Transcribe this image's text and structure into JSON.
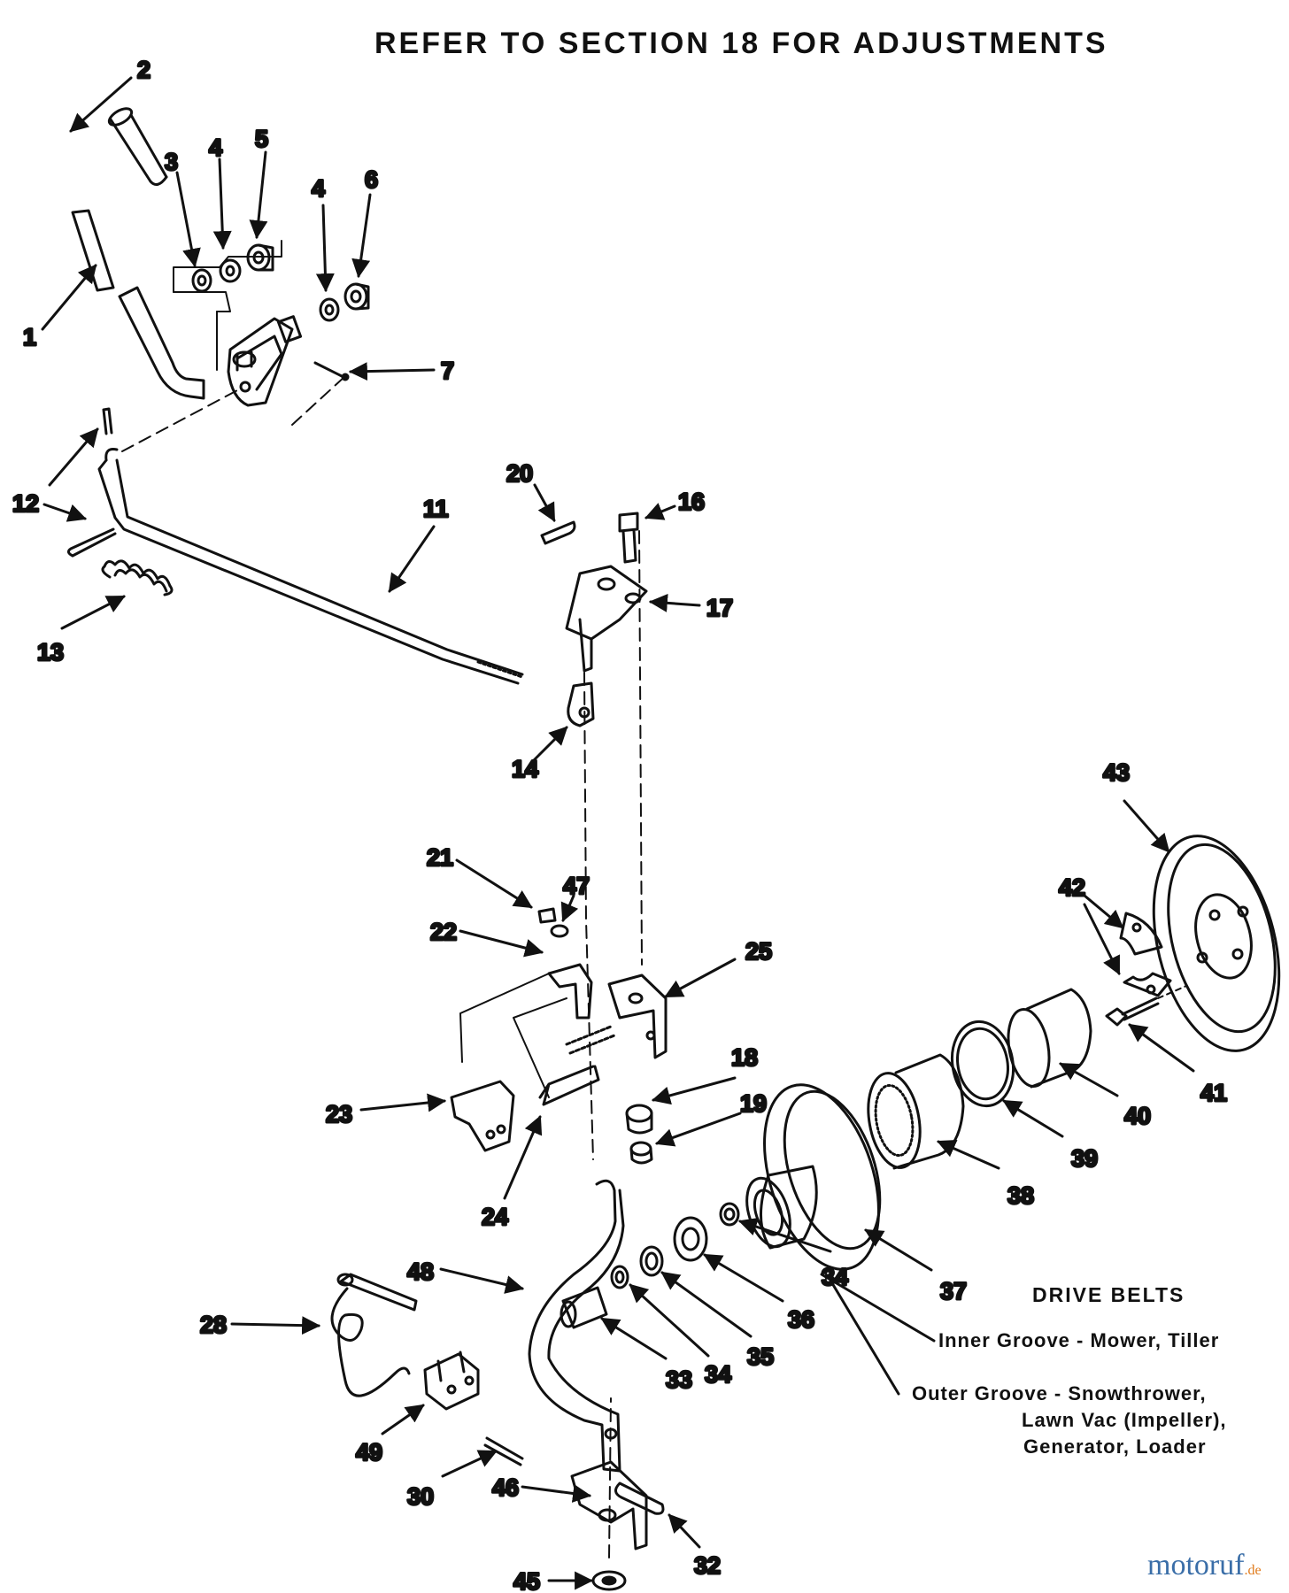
{
  "header": {
    "title": "REFER TO SECTION 18 FOR ADJUSTMENTS"
  },
  "callouts": [
    "1",
    "2",
    "3",
    "4",
    "5",
    "4",
    "6",
    "7",
    "11",
    "12",
    "12",
    "13",
    "14",
    "16",
    "17",
    "20",
    "21",
    "47",
    "22",
    "25",
    "18",
    "19",
    "23",
    "24",
    "43",
    "42",
    "41",
    "40",
    "39",
    "38",
    "37",
    "36",
    "35",
    "34",
    "34",
    "33",
    "48",
    "28",
    "49",
    "30",
    "46",
    "45",
    "32"
  ],
  "drive_belts": {
    "title": "DRIVE BELTS",
    "inner": "Inner Groove - Mower, Tiller",
    "outer_1": "Outer Groove - Snowthrower,",
    "outer_2": "Lawn Vac (Impeller),",
    "outer_3": "Generator, Loader"
  },
  "watermark": {
    "main": "motoruf",
    "suffix": ".de",
    "color_main": "#3a6ea8",
    "color_accent": "#e07a1a"
  },
  "colors": {
    "ink": "#111111",
    "paper": "#ffffff"
  }
}
